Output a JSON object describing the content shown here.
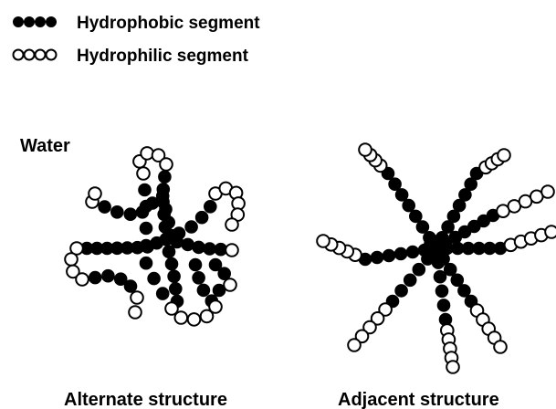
{
  "legend": {
    "hydrophobic_label": "Hydrophobic segment",
    "hydrophilic_label": "Hydrophilic segment"
  },
  "medium_label": "Water",
  "structures": [
    {
      "id": "alternate",
      "label": "Alternate structure"
    },
    {
      "id": "adjacent",
      "label": "Adjacent structure"
    }
  ],
  "colors": {
    "hydrophobic_bead": "#000000",
    "hydrophilic_bead": "#ffffff",
    "outline": "#000000",
    "background": "#ffffff"
  }
}
